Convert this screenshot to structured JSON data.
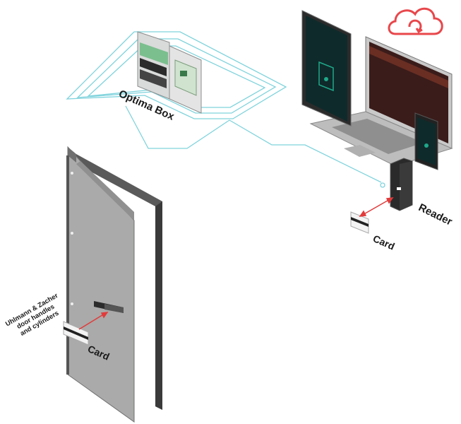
{
  "labels": {
    "optima_box": "Optima Box",
    "reader": "Reader",
    "card_reader": "Card",
    "card_door": "Card",
    "door_hardware": [
      "Uhlmann & Zacher",
      "door handles",
      "and cylinders"
    ]
  },
  "colors": {
    "wiring": "#7fd3dc",
    "arrow": "#e23b3b",
    "cloud": "#e8474b",
    "door": "#a9aaa9",
    "frame": "#555555",
    "screen": "#0f2a2a",
    "screen_accent": "#1fa88a"
  },
  "icons": {
    "cloud": "cloud-sync-icon"
  }
}
